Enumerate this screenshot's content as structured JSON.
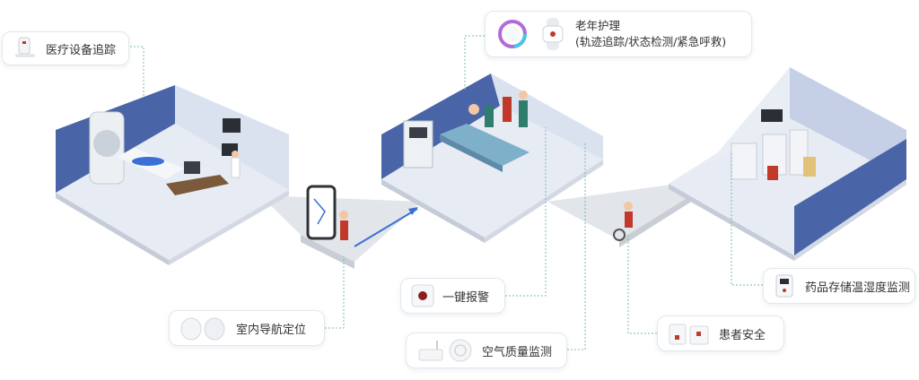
{
  "labels": {
    "medical_equipment": "医疗设备追踪",
    "elderly_care_title": "老年护理",
    "elderly_care_sub": "(轨迹追踪/状态检测/紧急呼救)",
    "one_key_alarm": "一键报警",
    "indoor_navigation": "室内导航定位",
    "air_quality": "空气质量监测",
    "patient_safety": "患者安全",
    "drug_storage": "药品存储温湿度监测"
  },
  "colors": {
    "wall_blue": "#4a64a8",
    "floor": "#e6ebf4",
    "corridor": "#e2e5ea",
    "route_blue": "#3c6fd6",
    "connector": "#7fb8b3",
    "accent_red": "#c0392b"
  },
  "icons": [
    "tag-icon",
    "ring-gateway-icon",
    "wristband-icon",
    "alarm-button-icon",
    "beacon-icon",
    "air-sensor-icon",
    "patient-tag-icon",
    "thermo-hygrometer-icon",
    "smartphone-icon"
  ]
}
